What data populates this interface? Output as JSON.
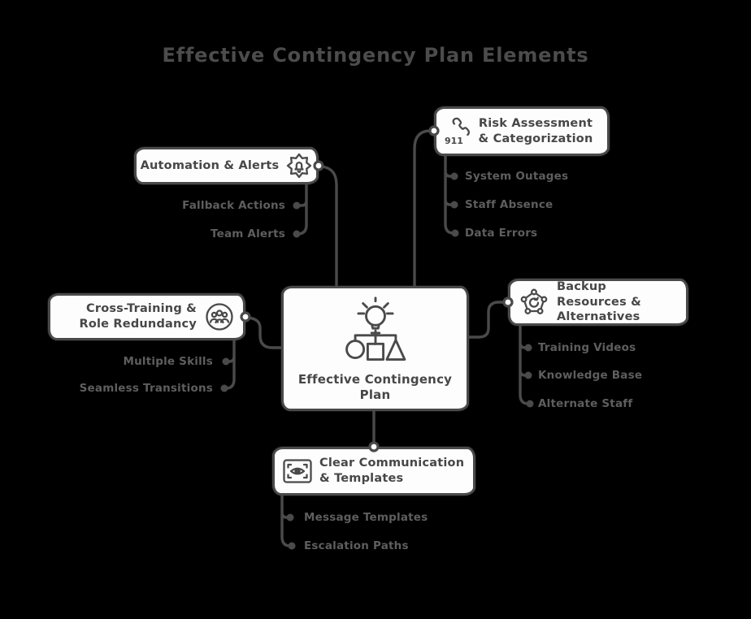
{
  "title": "Effective Contingency Plan Elements",
  "colors": {
    "background": "#000000",
    "stroke": "#4a4a4a",
    "node_fill": "#fdfdfd",
    "heading_text": "#474747",
    "subitem_text": "#5e5e5e"
  },
  "center": {
    "label": "Effective Contingency Plan",
    "icon": "idea-org-chart-icon"
  },
  "branches": [
    {
      "label": "Automation & Alerts",
      "icon": "gear-bell-icon",
      "side": "left",
      "children": [
        "Fallback Actions",
        "Team Alerts"
      ]
    },
    {
      "label": "Risk Assessment & Categorization",
      "icon": "emergency-phone-icon",
      "icon_text": "911",
      "side": "right",
      "children": [
        "System Outages",
        "Staff Absence",
        "Data Errors"
      ]
    },
    {
      "label": "Cross-Training & Role Redundancy",
      "icon": "team-circle-icon",
      "side": "left",
      "children": [
        "Multiple Skills",
        "Seamless Transitions"
      ]
    },
    {
      "label": "Backup Resources & Alternatives",
      "icon": "network-restore-icon",
      "side": "right",
      "children": [
        "Training Videos",
        "Knowledge Base",
        "Alternate Staff"
      ]
    },
    {
      "label": "Clear Communication & Templates",
      "icon": "eye-frame-icon",
      "side": "bottom",
      "children": [
        "Message Templates",
        "Escalation Paths"
      ]
    }
  ]
}
